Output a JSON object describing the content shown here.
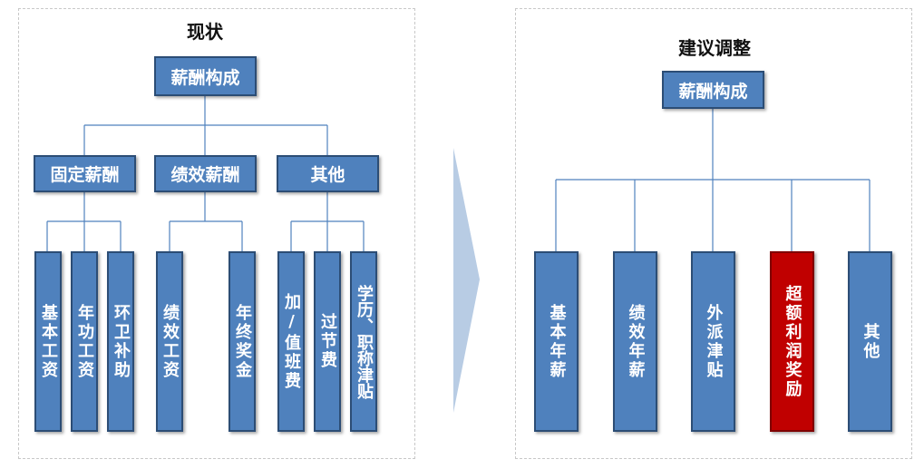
{
  "left": {
    "title": "现状",
    "root": "薪酬构成",
    "groups": [
      {
        "label": "固定薪酬",
        "items": [
          "基本工资",
          "年功工资",
          "环卫补助"
        ]
      },
      {
        "label": "绩效薪酬",
        "items": [
          "绩效工资",
          "年终奖金"
        ]
      },
      {
        "label": "其他",
        "items": [
          "加/值班费",
          "过节费",
          "学历、职称津贴"
        ]
      }
    ]
  },
  "right": {
    "title": "建议调整",
    "root": "薪酬构成",
    "items": [
      "基本年薪",
      "绩效年薪",
      "外派津贴",
      "超额利润奖励",
      "其他"
    ]
  },
  "colors": {
    "node_fill": "#4f81bd",
    "node_border": "#2c4d75",
    "highlight_fill": "#c00000",
    "connector": "#4f81bd",
    "arrow": "#b8cce4"
  }
}
